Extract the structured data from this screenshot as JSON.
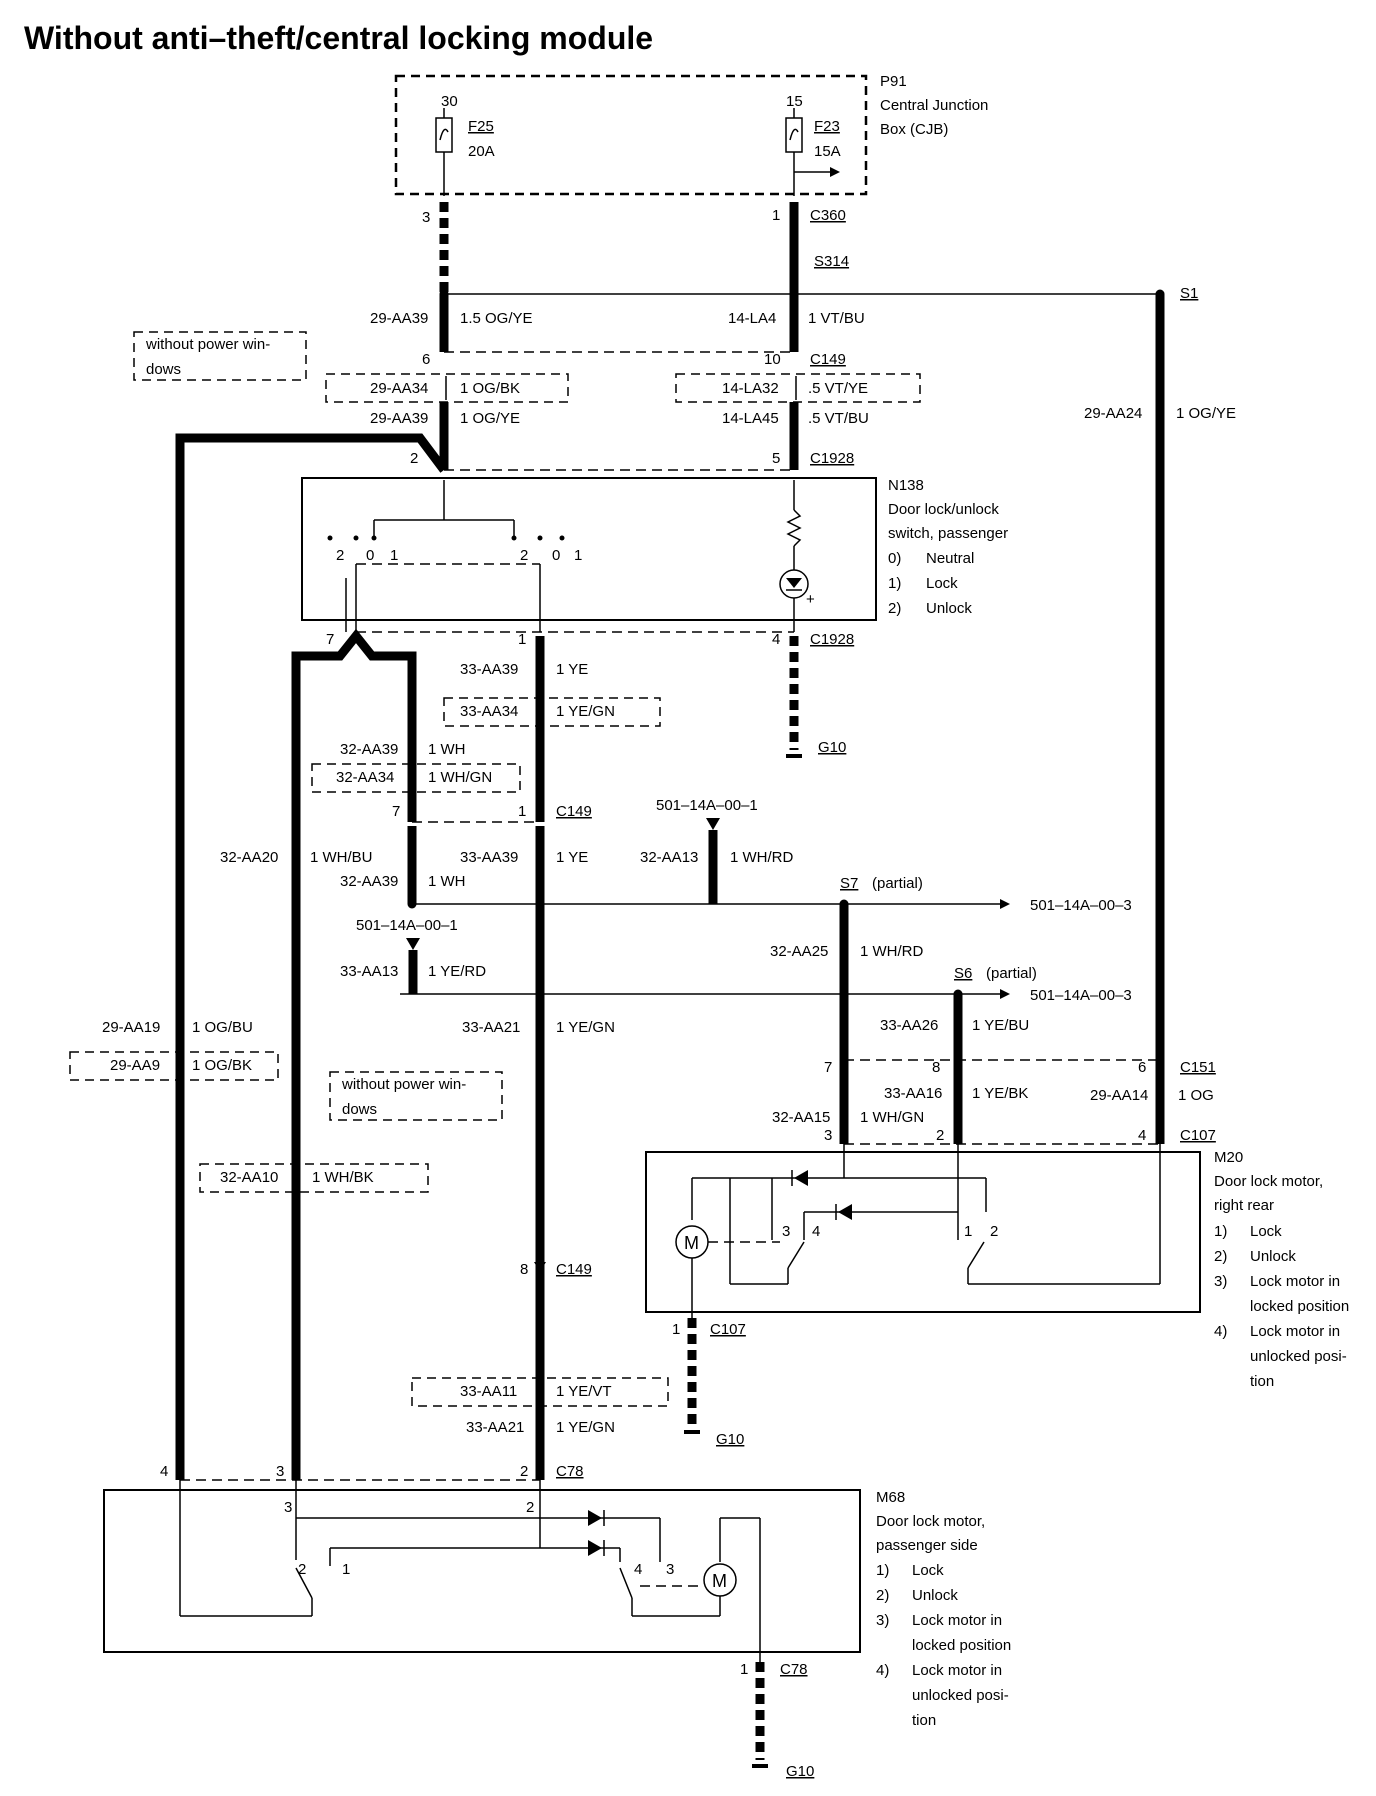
{
  "title": "Without anti–theft/central locking module",
  "p91": {
    "id": "P91",
    "line1": "Central Junction",
    "line2": "Box (CJB)",
    "f25_pin": "30",
    "f25_name": "F25",
    "f25_rating": "20A",
    "f23_pin": "15",
    "f23_name": "F23",
    "f23_rating": "15A"
  },
  "top_wiring": {
    "c360_pin_left": "3",
    "c360_pin_right": "1",
    "c360": "C360",
    "s314": "S314",
    "s1": "S1",
    "w1_code": "29-AA39",
    "w1_spec": "1.5 OG/YE",
    "w2_code": "14-LA4",
    "w2_spec": "1 VT/BU",
    "c149_pin_left": "6",
    "c149_pin_right": "10",
    "c149": "C149",
    "w3_code": "29-AA34",
    "w3_spec": "1 OG/BK",
    "w4_code": "14-LA32",
    "w4_spec": ".5 VT/YE",
    "w5_code": "29-AA39",
    "w5_spec": "1 OG/YE",
    "w6_code": "14-LA45",
    "w6_spec": ".5 VT/BU",
    "c1928_pin_left": "2",
    "c1928_pin_right": "5",
    "c1928": "C1928",
    "right_code": "29-AA24",
    "right_spec": "1 OG/YE",
    "npw_line1": "without power win-",
    "npw_line2": "dows"
  },
  "n138": {
    "id": "N138",
    "line1": "Door lock/unlock",
    "line2": "switch, passenger",
    "legend": [
      {
        "num": "0)",
        "text": "Neutral"
      },
      {
        "num": "1)",
        "text": "Lock"
      },
      {
        "num": "2)",
        "text": "Unlock"
      }
    ],
    "sw1": [
      "2",
      "0",
      "1"
    ],
    "sw2": [
      "2",
      "0",
      "1"
    ]
  },
  "mid_wiring": {
    "c1928_pin7": "7",
    "c1928_pin1": "1",
    "c1928_pin4": "4",
    "c1928": "C1928",
    "g10_a": "G10",
    "a_code": "33-AA39",
    "a_spec": "1 YE",
    "b_code": "33-AA34",
    "b_spec": "1 YE/GN",
    "c_code": "32-AA39",
    "c_spec": "1 WH",
    "d_code": "32-AA34",
    "d_spec": "1 WH/GN",
    "c149_pin7": "7",
    "c149_pin1": "1",
    "c149": "C149",
    "splice_ref1": "501–14A–00–1",
    "e_code": "32-AA20",
    "e_spec": "1 WH/BU",
    "f_code": "33-AA39",
    "f_spec": "1 YE",
    "g_code": "32-AA13",
    "g_spec": "1 WH/RD",
    "h_code": "32-AA39",
    "h_spec": "1 WH",
    "s7": "S7",
    "s7_note": "(partial)",
    "s7_ref": "501–14A–00–3",
    "splice_ref2": "501–14A–00–1",
    "i_code": "33-AA13",
    "i_spec": "1 YE/RD",
    "j_code": "32-AA25",
    "j_spec": "1 WH/RD",
    "s6": "S6",
    "s6_note": "(partial)",
    "s6_ref": "501–14A–00–3",
    "k_code": "29-AA19",
    "k_spec": "1 OG/BU",
    "l_code": "33-AA21",
    "l_spec": "1 YE/GN",
    "m_code": "33-AA26",
    "m_spec": "1 YE/BU",
    "n_code": "29-AA9",
    "n_spec": "1 OG/BK",
    "npw_line1": "without power win-",
    "npw_line2": "dows",
    "o_code": "32-AA10",
    "o_spec": "1 WH/BK",
    "c151_pin7": "7",
    "c151_pin8": "8",
    "c151_pin6": "6",
    "c151": "C151",
    "p_code": "33-AA16",
    "p_spec": "1 YE/BK",
    "q_code": "29-AA14",
    "q_spec": "1 OG",
    "r_code": "32-AA15",
    "r_spec": "1 WH/GN",
    "c107_pin3": "3",
    "c107_pin2": "2",
    "c107_pin4": "4",
    "c107": "C107",
    "c149_pin8": "8",
    "c149b": "C149",
    "c107b_pin1": "1",
    "c107b": "C107",
    "g10_b": "G10",
    "s_code": "33-AA11",
    "s_spec": "1 YE/VT",
    "t_code": "33-AA21",
    "t_spec": "1 YE/GN",
    "c78_pin4": "4",
    "c78_pin3": "3",
    "c78_pin2": "2",
    "c78": "C78"
  },
  "m20": {
    "id": "M20",
    "line1": "Door lock motor,",
    "line2": "right rear",
    "legend": [
      {
        "num": "1)",
        "text": "Lock"
      },
      {
        "num": "2)",
        "text": "Unlock"
      },
      {
        "num": "3)",
        "text": "Lock motor in"
      },
      {
        "num": "",
        "text": "locked position"
      },
      {
        "num": "4)",
        "text": "Lock motor in"
      },
      {
        "num": "",
        "text": "unlocked posi-"
      },
      {
        "num": "",
        "text": "tion"
      }
    ],
    "sw_a": [
      "3",
      "4"
    ],
    "sw_b": [
      "1",
      "2"
    ],
    "motor": "M"
  },
  "m68": {
    "id": "M68",
    "line1": "Door lock motor,",
    "line2": "passenger side",
    "legend": [
      {
        "num": "1)",
        "text": "Lock"
      },
      {
        "num": "2)",
        "text": "Unlock"
      },
      {
        "num": "3)",
        "text": "Lock motor in"
      },
      {
        "num": "",
        "text": "locked position"
      },
      {
        "num": "4)",
        "text": "Lock motor in"
      },
      {
        "num": "",
        "text": "unlocked posi-"
      },
      {
        "num": "",
        "text": "tion"
      }
    ],
    "pin3": "3",
    "pin2": "2",
    "sw_a": [
      "2",
      "1"
    ],
    "sw_b": [
      "4",
      "3"
    ],
    "motor": "M",
    "c78_pin1": "1",
    "c78": "C78",
    "g10": "G10"
  }
}
